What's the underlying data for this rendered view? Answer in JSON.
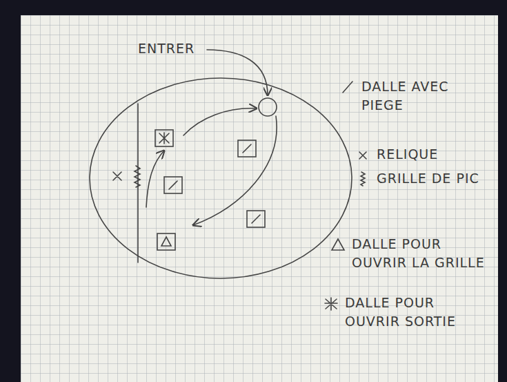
{
  "diagram": {
    "labels": [
      "ENTRER"
    ],
    "legend": [
      {
        "text": "DALLE AVEC PIEGE"
      },
      {
        "text": "RELIQUE"
      },
      {
        "text": "GRILLE DE PIC"
      },
      {
        "text": "DALLE POUR OUVRIR LA GRILLE"
      },
      {
        "text": "DALLE POUR OUVRIR SORTIE"
      }
    ]
  }
}
